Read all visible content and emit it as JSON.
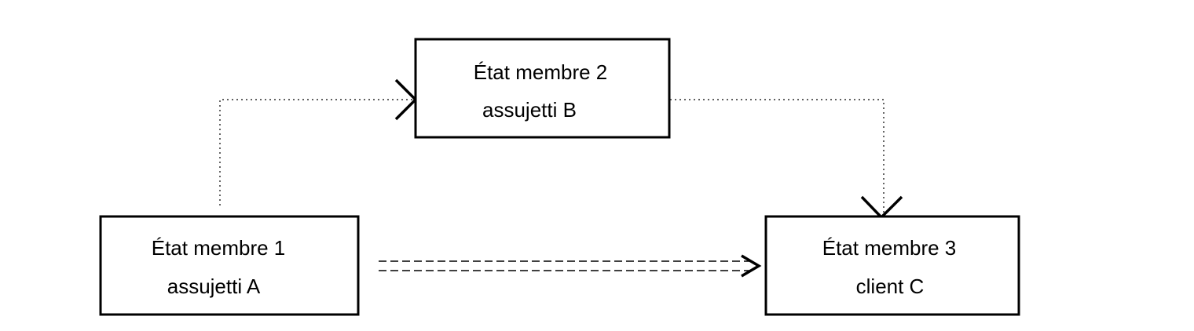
{
  "nodes": {
    "member_state_1": {
      "line1": "État membre 1",
      "line2": "assujetti A"
    },
    "member_state_2": {
      "line1": "État membre 2",
      "line2": "assujetti B"
    },
    "member_state_3": {
      "line1": "État membre 3",
      "line2": "client C"
    }
  },
  "edges": [
    {
      "from": "member_state_1",
      "to": "member_state_2",
      "style": "dotted"
    },
    {
      "from": "member_state_2",
      "to": "member_state_3",
      "style": "dotted"
    },
    {
      "from": "member_state_1",
      "to": "member_state_3",
      "style": "double-dashed"
    }
  ],
  "colors": {
    "stroke": "#000000",
    "background": "#ffffff"
  }
}
